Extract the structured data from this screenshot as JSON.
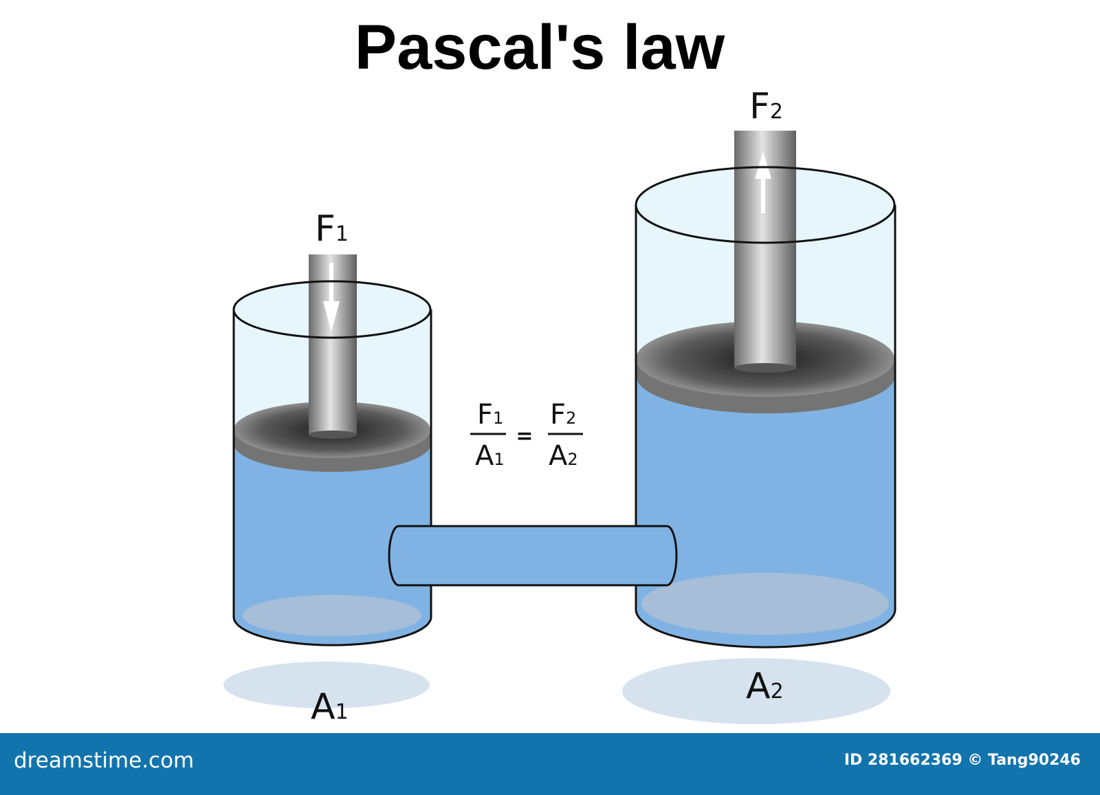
{
  "title": "Pascal's law",
  "labels": {
    "force_small": {
      "letter": "F",
      "sub": "1"
    },
    "force_large": {
      "letter": "F",
      "sub": "2"
    },
    "area_small": {
      "letter": "A",
      "sub": "1"
    },
    "area_large": {
      "letter": "A",
      "sub": "2"
    }
  },
  "formula": {
    "left_num": {
      "letter": "F",
      "sub": "1"
    },
    "left_den": {
      "letter": "A",
      "sub": "1"
    },
    "equals": "=",
    "right_num": {
      "letter": "F",
      "sub": "2"
    },
    "right_den": {
      "letter": "A",
      "sub": "2"
    }
  },
  "footer": {
    "brand": "dreamstime.com",
    "credit": "ID 281662369 © Tang90246"
  },
  "colors": {
    "water": "#80b3e3",
    "glass": "#e6f6fb",
    "footer": "#1274ad",
    "outline": "#111111"
  }
}
